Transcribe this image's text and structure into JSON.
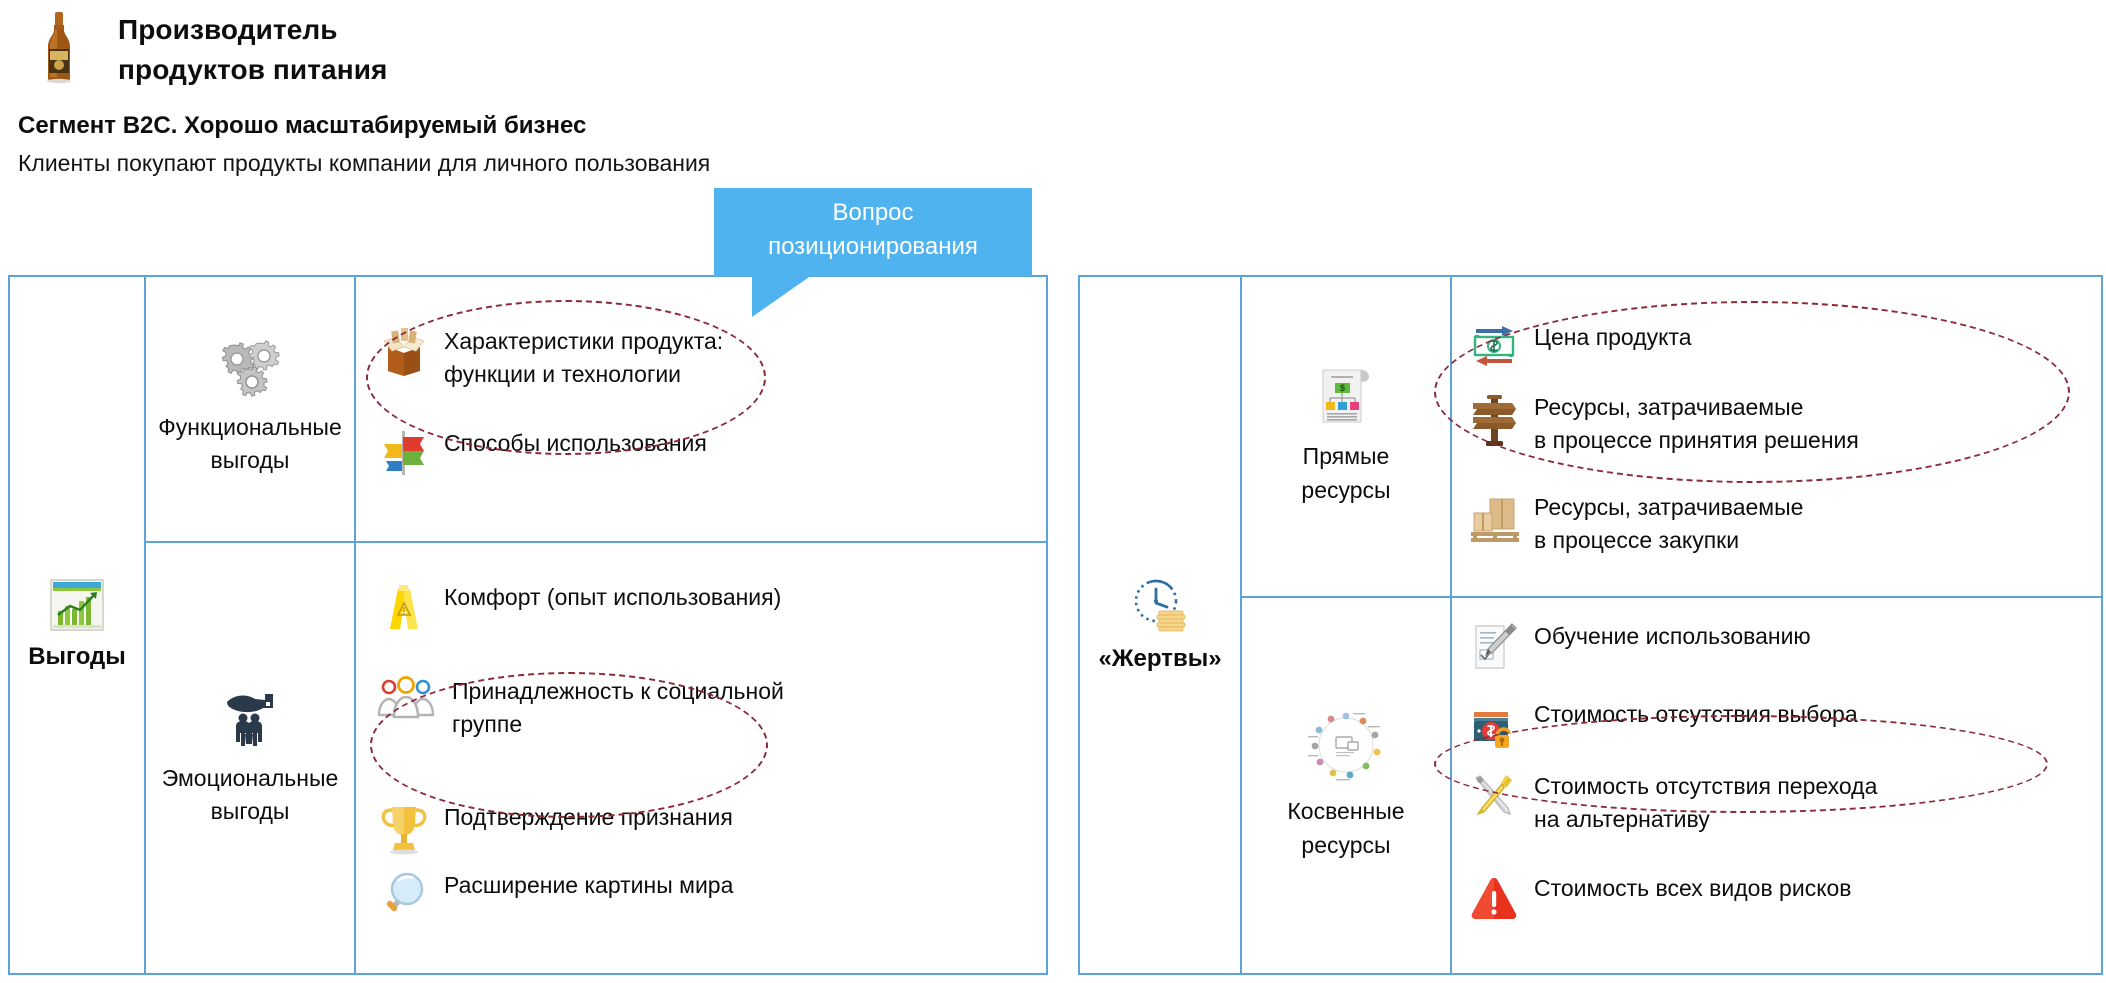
{
  "header": {
    "company_line1": "Производитель",
    "company_line2": "продуктов питания",
    "segment_title": "Сегмент B2C. Хорошо масштабируемый бизнес",
    "segment_subtitle": "Клиенты покупают продукты компании для личного пользования",
    "bottle_icon": "bottle-icon"
  },
  "callout": {
    "line1": "Вопрос",
    "line2": "позиционирования",
    "color": "#4eb3ef",
    "text_color": "#ffffff"
  },
  "colors": {
    "table_border": "#5ba3d8",
    "ellipse": "#8c2a3c",
    "text": "#0d0d0d"
  },
  "benefits": {
    "axis_label": "Выгоды",
    "axis_icon": "growth-chart-icon",
    "rows": [
      {
        "category": "Функциональные\nвыгоды",
        "category_icon": "gears-icon",
        "items": [
          {
            "text": "Характеристики продукта:\nфункции и технологии",
            "icon": "open-box-icon"
          },
          {
            "text": "Способы использования",
            "icon": "signpost-icon"
          }
        ]
      },
      {
        "category": "Эмоциональные\nвыгоды",
        "category_icon": "hand-over-family-icon",
        "items": [
          {
            "text": "Комфорт (опыт использования)",
            "icon": "caution-sign-icon"
          },
          {
            "text": "Принадлежность к социальной\nгруппе",
            "icon": "people-group-icon"
          },
          {
            "text": "Подтверждение признания",
            "icon": "trophy-icon"
          },
          {
            "text": "Расширение картины мира",
            "icon": "magnifier-icon"
          }
        ]
      }
    ]
  },
  "sacrifices": {
    "axis_label": "«Жертвы»",
    "axis_icon": "clock-coins-icon",
    "rows": [
      {
        "category": "Прямые\nресурсы",
        "category_icon": "price-document-icon",
        "items": [
          {
            "text": "Цена продукта",
            "icon": "money-exchange-icon"
          },
          {
            "text": "Ресурсы, затрачиваемые\nв процессе принятия решения",
            "icon": "wooden-signpost-icon"
          },
          {
            "text": "Ресурсы, затрачиваемые\nв процессе закупки",
            "icon": "cartons-pallet-icon"
          }
        ]
      },
      {
        "category": "Косвенные\nресурсы",
        "category_icon": "network-diagram-icon",
        "items": [
          {
            "text": "Обучение использованию",
            "icon": "document-pen-icon"
          },
          {
            "text": "Стоимость отсутствия выбора",
            "icon": "money-lock-icon"
          },
          {
            "text": "Стоимость отсутствия перехода\n на альтернативу",
            "icon": "tools-icon"
          },
          {
            "text": "Стоимость всех видов рисков",
            "icon": "warning-triangle-icon"
          }
        ]
      }
    ]
  }
}
